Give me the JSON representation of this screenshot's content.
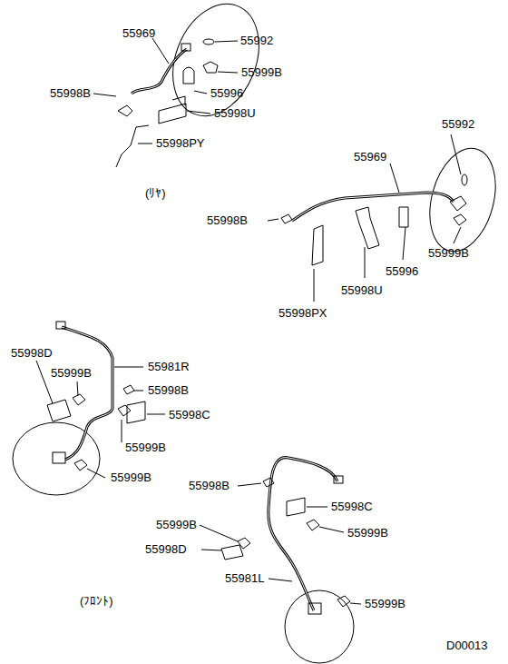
{
  "diagram": {
    "labels": [
      "55969",
      "55992",
      "55999B",
      "55996",
      "55998B",
      "55998U",
      "55998PY",
      "(ﾘﾔ)",
      "55969",
      "55992",
      "55998B",
      "55999B",
      "55996",
      "55998U",
      "55998PX",
      "55998D",
      "55981R",
      "55999B",
      "55998B",
      "55998C",
      "55999B",
      "55999B",
      "55998B",
      "55998C",
      "55999B",
      "55999B",
      "55998D",
      "55981L",
      "55999B",
      "(ﾌﾛﾝﾄ)",
      "D00013"
    ]
  }
}
